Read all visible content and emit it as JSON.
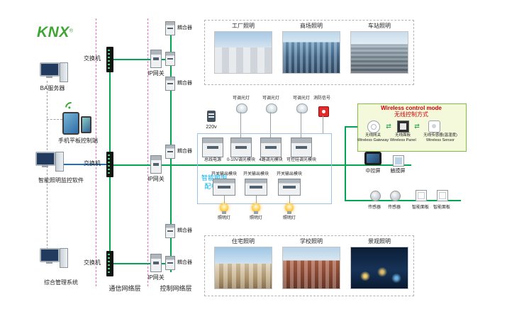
{
  "logo": {
    "text": "KNX",
    "reg": "®"
  },
  "layers": {
    "comm": "通信网络层",
    "ctrl": "控制网络层"
  },
  "left": {
    "items": [
      {
        "label": "BA服务器"
      },
      {
        "label": "手机平板控制端"
      },
      {
        "label": "智能照明监控软件"
      },
      {
        "label": "综合管理系统"
      }
    ]
  },
  "network": {
    "switch": "交换机",
    "gateway": "IP网关",
    "coupler": "耦合器"
  },
  "galleries": {
    "top": [
      {
        "label": "工厂照明"
      },
      {
        "label": "商场照明"
      },
      {
        "label": "车站照明"
      }
    ],
    "bottom": [
      {
        "label": "住宅照明"
      },
      {
        "label": "学校照明"
      },
      {
        "label": "景观照明"
      }
    ]
  },
  "cabinet": {
    "title1": "智能照明",
    "title2": "配电箱",
    "power": "220v",
    "dimmer_lamps": [
      {
        "label": "可调光灯"
      },
      {
        "label": "可调光灯"
      },
      {
        "label": "可调光灯"
      }
    ],
    "fire": "消防信号",
    "row1": [
      {
        "label": "总线电源"
      },
      {
        "label": "0-10V调光模块"
      },
      {
        "label": "4路调光模块"
      },
      {
        "label": "可控硅调光模块"
      }
    ],
    "row2": [
      {
        "label": "开关输出模块"
      },
      {
        "label": "开关输出模块"
      },
      {
        "label": "开关输出模块"
      }
    ],
    "bulbs": [
      {
        "label": "照明灯"
      },
      {
        "label": "照明灯"
      },
      {
        "label": "照明灯"
      }
    ]
  },
  "wireless": {
    "title_en": "Wireless control mode",
    "title_cn": "无线控制方式",
    "arrow": "⇄",
    "items": [
      {
        "cn": "无线网关",
        "en": "Wireless Gateway"
      },
      {
        "cn": "无线面板",
        "en": "Wireless Panel"
      },
      {
        "cn": "无线传感器(温湿度)",
        "en": "Wireless Sensor"
      }
    ]
  },
  "right": {
    "screens": [
      {
        "label": "中控屏"
      },
      {
        "label": "触摸屏"
      }
    ],
    "sensors": [
      {
        "label": "传感器"
      },
      {
        "label": "传感器"
      }
    ],
    "panels": [
      {
        "label": "智能面板"
      },
      {
        "label": "智能面板"
      }
    ]
  },
  "colors": {
    "green": "#00a651",
    "blue": "#1f6fc4",
    "magenta": "#ef6fbe",
    "cyan": "#00b0f0",
    "red": "#cc0000",
    "wireless_bg": "#f4f9dc"
  }
}
